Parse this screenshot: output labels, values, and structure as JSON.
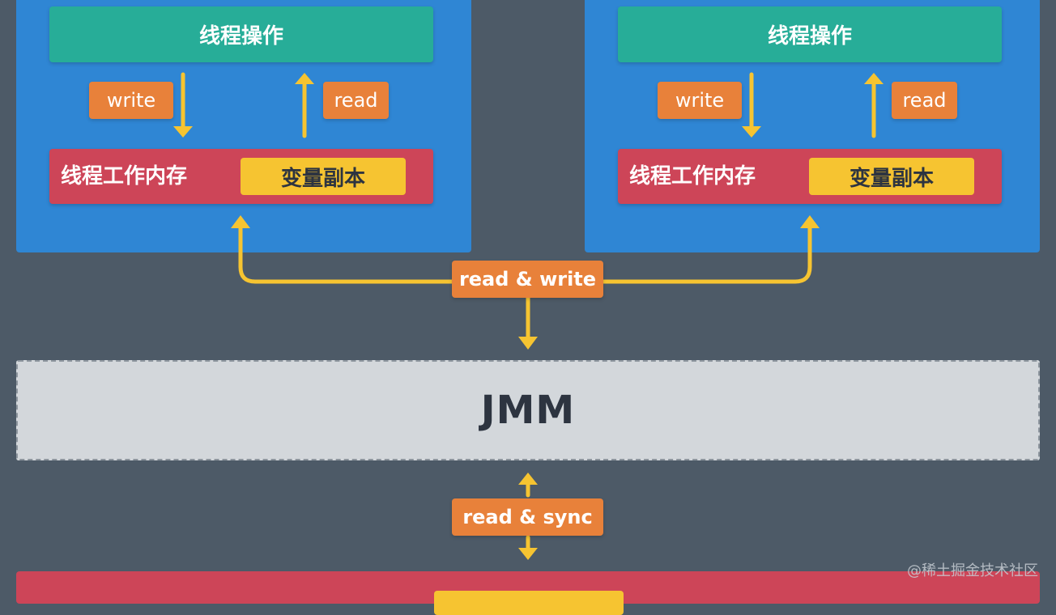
{
  "thread_left": {
    "operation": "线程操作",
    "write": "write",
    "read": "read",
    "working_memory": "线程工作内存",
    "variable_copy": "变量副本"
  },
  "thread_right": {
    "operation": "线程操作",
    "write": "write",
    "read": "read",
    "working_memory": "线程工作内存",
    "variable_copy": "变量副本"
  },
  "read_write_label": "read & write",
  "jmm_label": "JMM",
  "read_sync_label": "read & sync",
  "watermark": "@稀土掘金技术社区",
  "colors": {
    "background": "#4d5a67",
    "thread_panel": "#2f86d4",
    "operation": "#27ad98",
    "memory": "#cd4558",
    "copy": "#f6c431",
    "tag": "#e8813a",
    "arrow": "#f6c431",
    "jmm": "#d3d7db"
  }
}
